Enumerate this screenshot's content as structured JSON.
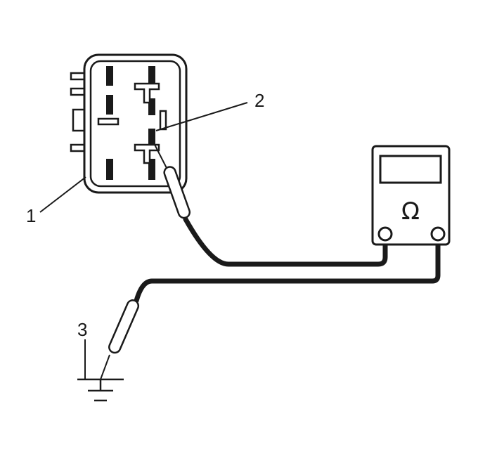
{
  "diagram": {
    "callouts": {
      "connector": "1",
      "terminal": "2",
      "ground": "3"
    },
    "meter": {
      "symbol": "Ω"
    }
  }
}
